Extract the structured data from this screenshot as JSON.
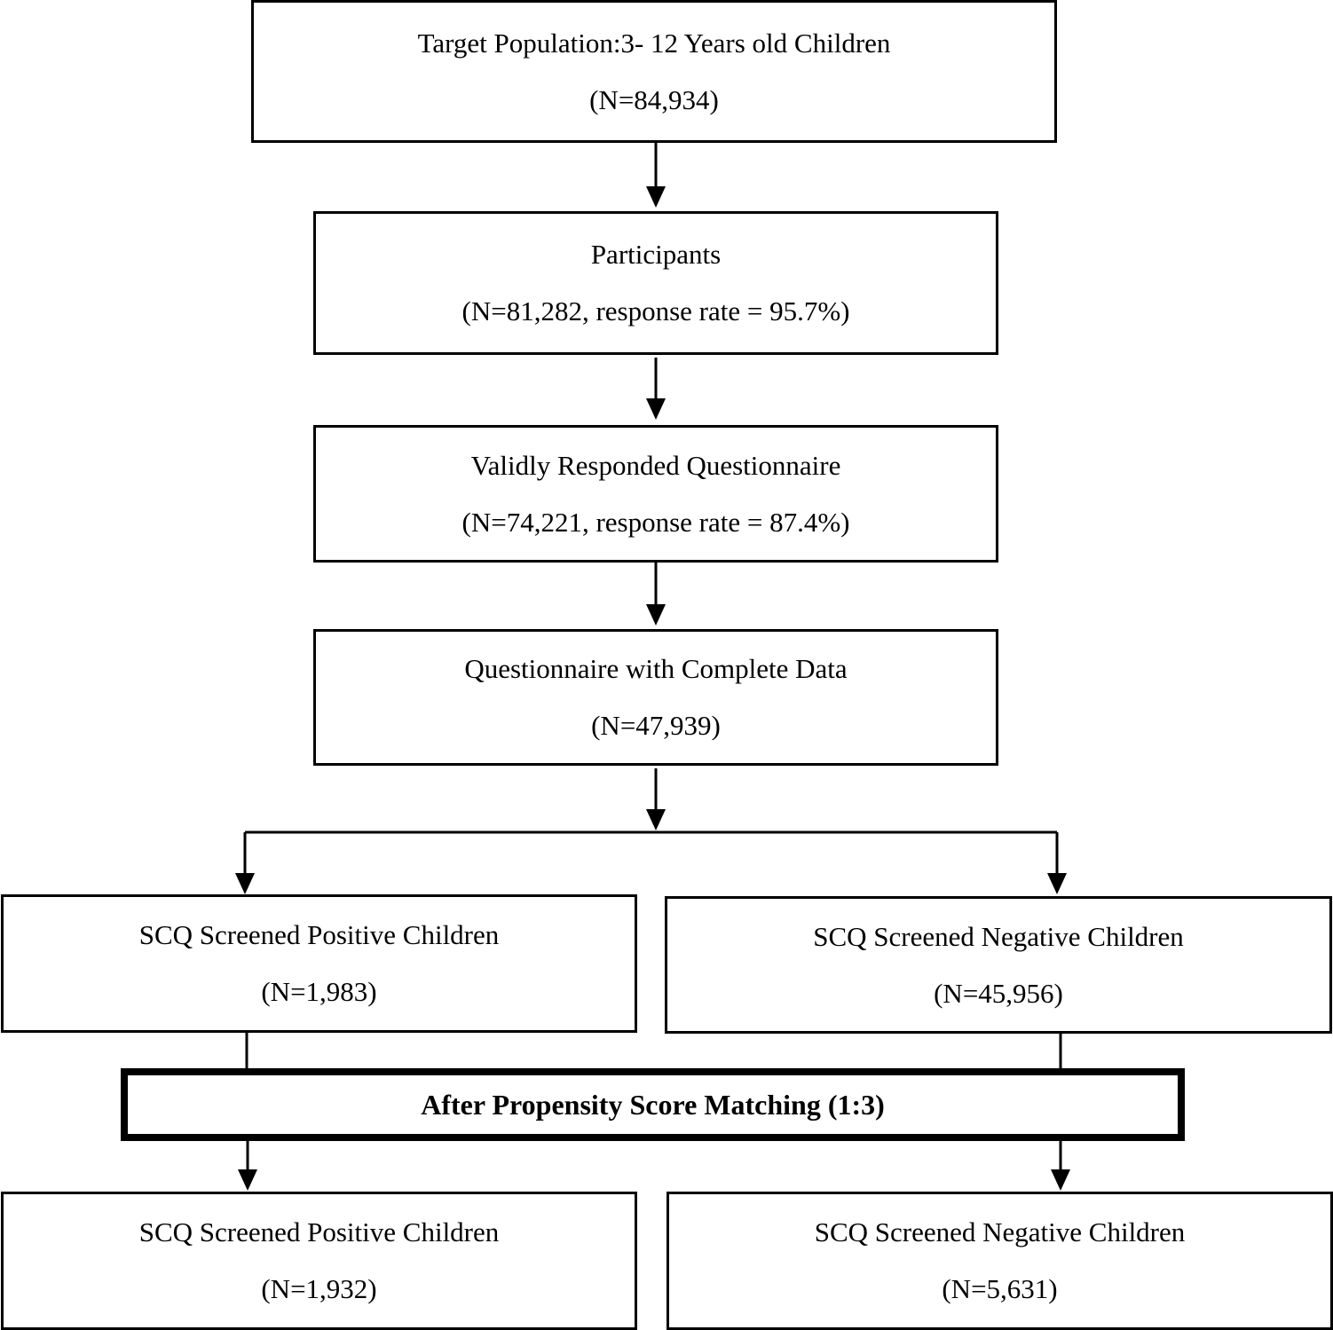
{
  "flowchart": {
    "target_population": {
      "title": "Target Population:3- 12 Years old Children",
      "count": "(N=84,934)"
    },
    "participants": {
      "title": "Participants",
      "count": "(N=81,282, response rate = 95.7%)"
    },
    "valid_responses": {
      "title": "Validly Responded Questionnaire",
      "count": "(N=74,221, response rate = 87.4%)"
    },
    "complete_data": {
      "title": "Questionnaire with Complete Data",
      "count": "(N=47,939)"
    },
    "positive_before": {
      "title": "SCQ Screened Positive Children",
      "count": "(N=1,983)"
    },
    "negative_before": {
      "title": "SCQ Screened Negative Children",
      "count": "(N=45,956)"
    },
    "matching": {
      "label": "After Propensity Score Matching (1:3)"
    },
    "positive_after": {
      "title": "SCQ Screened Positive Children",
      "count": "(N=1,932)"
    },
    "negative_after": {
      "title": "SCQ Screened Negative Children",
      "count": "(N=5,631)"
    }
  }
}
